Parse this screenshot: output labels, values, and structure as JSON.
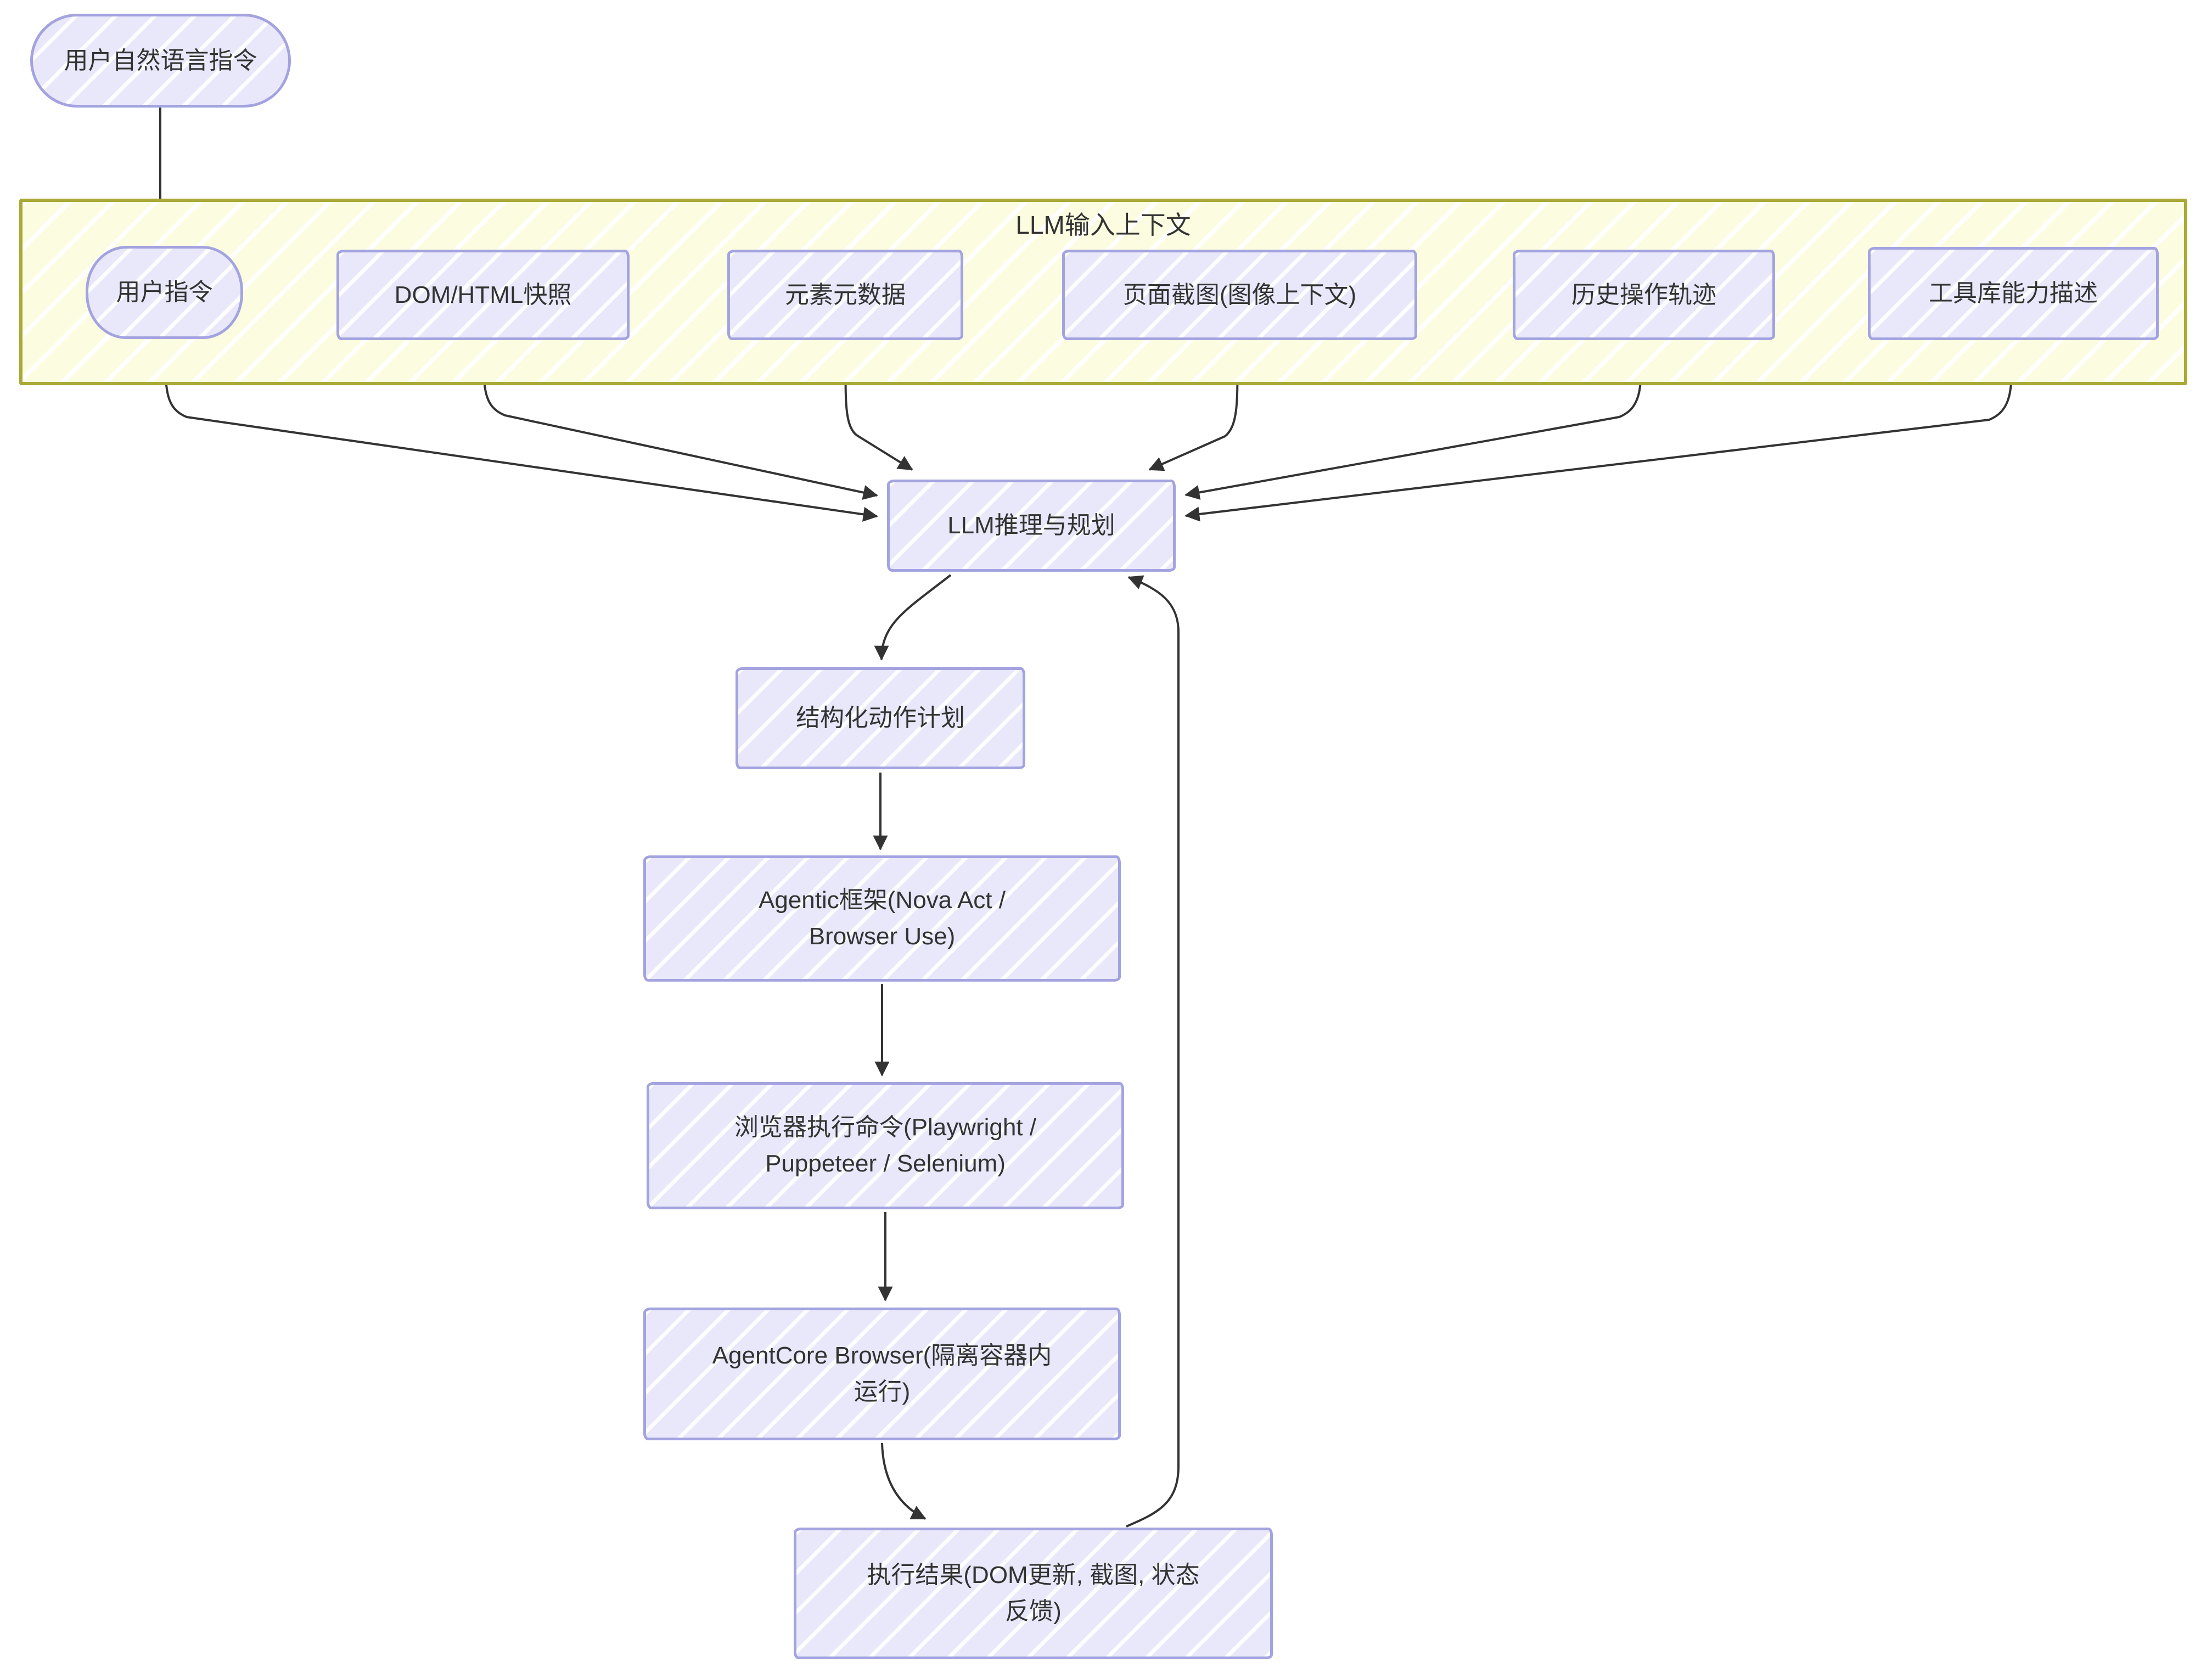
{
  "diagram": {
    "type": "flowchart",
    "style": "hand-drawn-sketch",
    "colors": {
      "node_fill": "#e9e8fa",
      "node_border": "#a3a3e0",
      "container_fill": "#fcfce1",
      "container_border": "#a9a937",
      "text": "#333333",
      "edge": "#333333",
      "background": "#ffffff"
    },
    "container": {
      "label": "LLM输入上下文"
    },
    "nodes": {
      "user_nl": {
        "label": "用户自然语言指令",
        "shape": "stadium"
      },
      "user_instruction": {
        "label": "用户指令",
        "shape": "stadium"
      },
      "dom_html_snapshot": {
        "label": "DOM/HTML快照",
        "shape": "rect"
      },
      "element_metadata": {
        "label": "元素元数据",
        "shape": "rect"
      },
      "page_screenshot": {
        "label": "页面截图(图像上下文)",
        "shape": "rect"
      },
      "history_trace": {
        "label": "历史操作轨迹",
        "shape": "rect"
      },
      "tool_capability": {
        "label": "工具库能力描述",
        "shape": "rect"
      },
      "llm_reasoning": {
        "label": "LLM推理与规划",
        "shape": "rect"
      },
      "structured_plan": {
        "label": "结构化动作计划",
        "shape": "rect"
      },
      "agentic_framework": {
        "label": "Agentic框架(Nova Act / Browser Use)",
        "shape": "rect"
      },
      "browser_commands": {
        "label": "浏览器执行命令(Playwright / Puppeteer / Selenium)",
        "shape": "rect"
      },
      "agentcore_browser": {
        "label": "AgentCore Browser(隔离容器内运行)",
        "shape": "rect"
      },
      "execution_result": {
        "label": "执行结果(DOM更新, 截图, 状态反馈)",
        "shape": "rect"
      }
    },
    "edges": [
      {
        "from": "user_nl",
        "to": "user_instruction"
      },
      {
        "from": "user_instruction",
        "to": "llm_reasoning"
      },
      {
        "from": "dom_html_snapshot",
        "to": "llm_reasoning"
      },
      {
        "from": "element_metadata",
        "to": "llm_reasoning"
      },
      {
        "from": "page_screenshot",
        "to": "llm_reasoning"
      },
      {
        "from": "history_trace",
        "to": "llm_reasoning"
      },
      {
        "from": "tool_capability",
        "to": "llm_reasoning"
      },
      {
        "from": "llm_reasoning",
        "to": "structured_plan"
      },
      {
        "from": "structured_plan",
        "to": "agentic_framework"
      },
      {
        "from": "agentic_framework",
        "to": "browser_commands"
      },
      {
        "from": "browser_commands",
        "to": "agentcore_browser"
      },
      {
        "from": "agentcore_browser",
        "to": "execution_result"
      },
      {
        "from": "execution_result",
        "to": "llm_reasoning"
      }
    ]
  }
}
